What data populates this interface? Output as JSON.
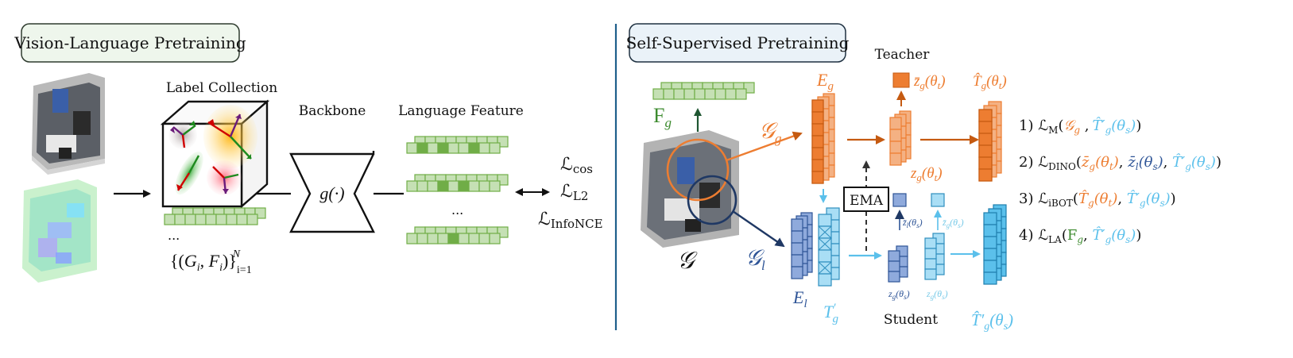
{
  "left": {
    "title": "Vision-Language Pretraining",
    "label_collection": "Label Collection",
    "backbone": "Backbone",
    "backbone_fn": "g(·)",
    "language_feature": "Language Feature",
    "dots_label_stack": "...",
    "dots_feature_stack": "...",
    "pairs_set": "{(G_i, F_i)}_{i=1}^N",
    "losses": [
      "L_cos",
      "L_L2",
      "L_InfoNCE"
    ]
  },
  "right": {
    "title": "Self-Supervised Pretraining",
    "teacher": "Teacher",
    "student": "Student",
    "ema": "EMA",
    "F_g": "F_g",
    "G_cal": "𝒢",
    "G_g": "𝒢_g",
    "G_l": "𝒢_l",
    "E_g": "E_g",
    "E_l": "E_l",
    "T_prime": "T'_g",
    "zbar_teacher": "z̄_g(θ_t)",
    "T_hat_teacher": "T̂_g(θ_t)",
    "z_teacher": "z_g(θ_t)",
    "zbar_l_student": "z̄_l(θ_s)",
    "zbar_g_student": "z̄_g(θ_s)",
    "z_g_student_dark": "z_g(θ_s)",
    "z_g_student_light": "z_g(θ_s)",
    "T_hat_prime_student": "T̂'_g(θ_s)",
    "loss_list": [
      "1) L_M(𝒢_g , T̂'_g(θ_s))",
      "2) L_DINO(z̄_g(θ_t), z̄_l(θ_s), T̂'_g(θ_s))",
      "3) L_iBOT(T̂_g(θ_t), T̂'_g(θ_s))",
      "4) L_LA(F_g, T̂'_g(θ_s))"
    ]
  },
  "colors": {
    "green": "#70ad47",
    "green_light": "#c5e0b4",
    "orange": "#ed7d31",
    "orange_light": "#f4b183",
    "blue_dark": "#2f5597",
    "blue_mid": "#8faadc",
    "cyan": "#5bc0eb",
    "cyan_light": "#a9def5",
    "title_box_fill": "#eef6ec",
    "title_box_fill_right": "#eaf2f8",
    "divider": "#1f5f8b"
  }
}
